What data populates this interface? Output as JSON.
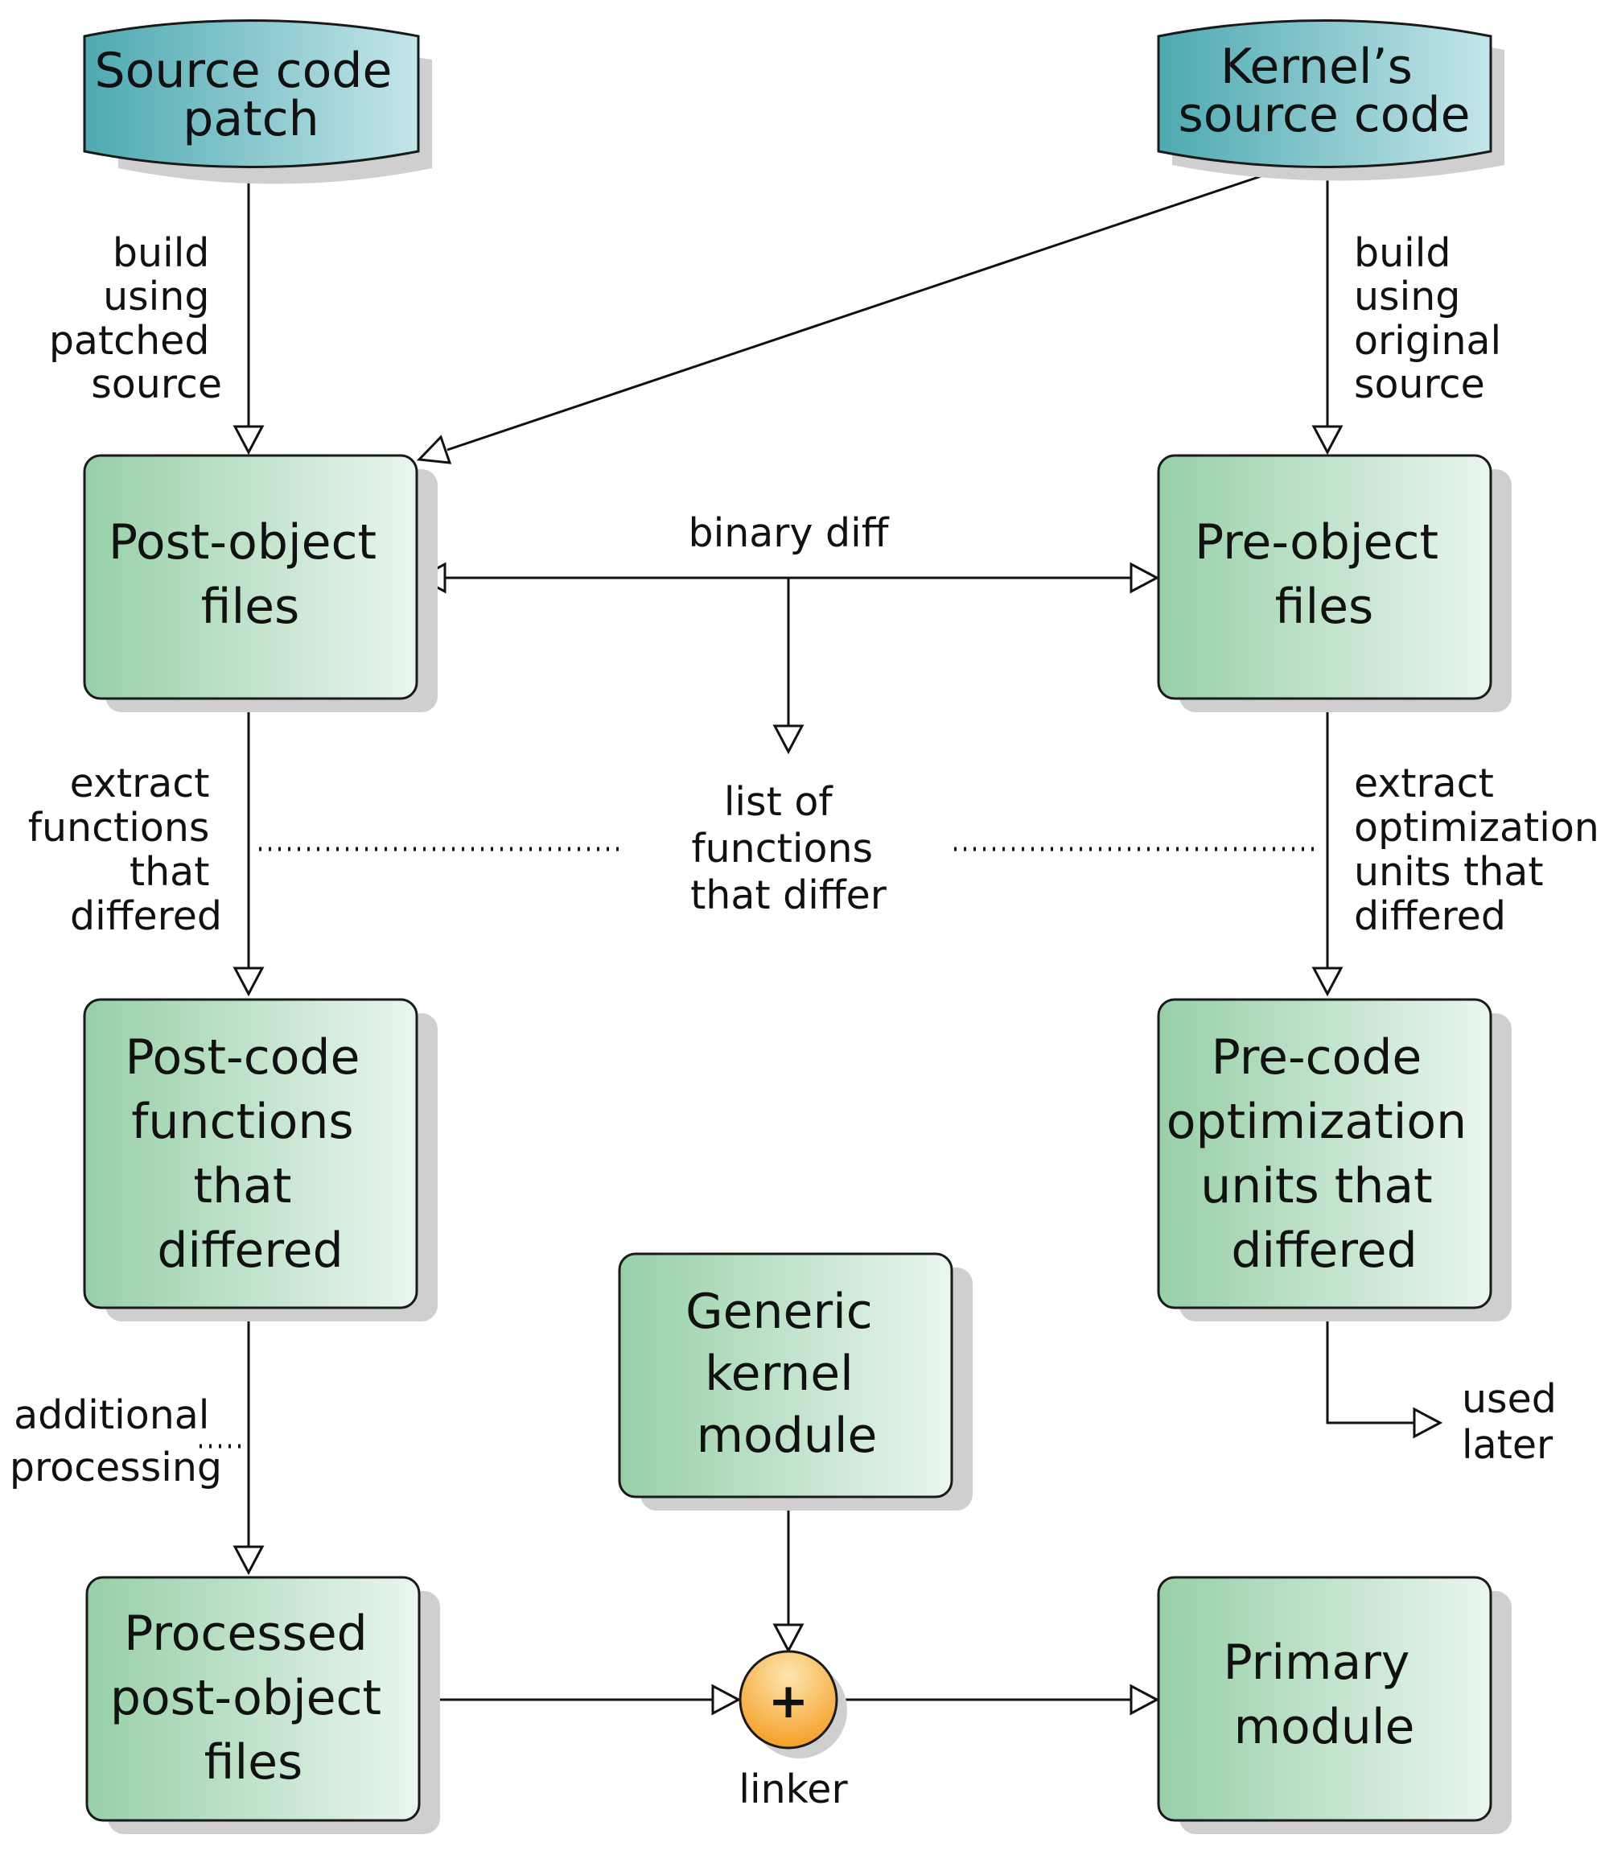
{
  "colors": {
    "cylinder_dark": "#4ea9b1",
    "cylinder_light": "#c3e6ea",
    "box_dark": "#97cfa8",
    "box_light": "#eaf6ee",
    "linker_dark": "#f59a1e",
    "linker_light": "#fde6b0"
  },
  "nodes": {
    "source_patch": {
      "lines": [
        "Source code",
        "patch"
      ]
    },
    "kernel_source": {
      "lines": [
        "Kernel’s",
        "source code"
      ]
    },
    "post_object": {
      "lines": [
        "Post-object",
        "files"
      ]
    },
    "pre_object": {
      "lines": [
        "Pre-object",
        "files"
      ]
    },
    "post_code": {
      "lines": [
        "Post-code",
        "functions",
        "that",
        "differed"
      ]
    },
    "pre_code": {
      "lines": [
        "Pre-code",
        "optimization",
        "units that",
        "differed"
      ]
    },
    "generic_module": {
      "lines": [
        "Generic",
        "kernel",
        "module"
      ]
    },
    "processed": {
      "lines": [
        "Processed",
        "post-object",
        "files"
      ]
    },
    "primary_module": {
      "lines": [
        "Primary",
        "module"
      ]
    },
    "linker": {
      "symbol": "+",
      "label": "linker"
    }
  },
  "edge_labels": {
    "build_patched": [
      "build",
      "using",
      "patched",
      "source"
    ],
    "build_original": [
      "build",
      "using",
      "original",
      "source"
    ],
    "binary_diff": [
      "binary diff"
    ],
    "list_functions": [
      "list of",
      "functions",
      "that differ"
    ],
    "extract_functions": [
      "extract",
      "functions",
      "that",
      "differed"
    ],
    "extract_units": [
      "extract",
      "optimization",
      "units that",
      "differed"
    ],
    "additional_processing": [
      "additional",
      "processing"
    ],
    "used_later": [
      "used",
      "later"
    ]
  }
}
